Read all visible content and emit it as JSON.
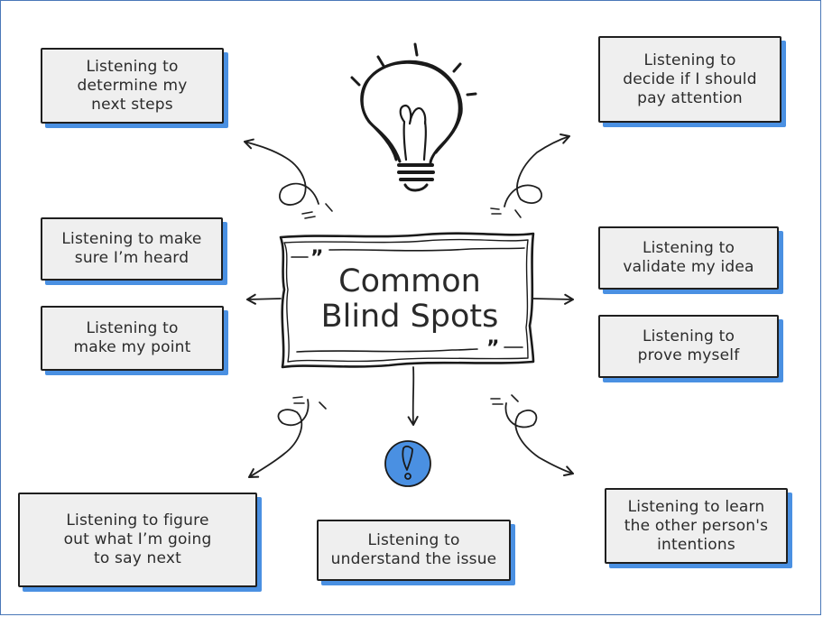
{
  "center": {
    "title": "Common\nBlind Spots"
  },
  "blind_spots": [
    "Listening to\ndetermine my\nnext steps",
    "Listening to\ndecide if I should\npay attention",
    "Listening to make\nsure I’m heard",
    "Listening to\nmake my point",
    "Listening to\nvalidate my idea",
    "Listening to\nprove myself",
    "Listening to figure\nout what I’m going\nto say next",
    "Listening to\nunderstand the issue",
    "Listening to learn\nthe other person's\nintentions"
  ],
  "colors": {
    "accent": "#4a90e2",
    "card_bg": "#efefef",
    "ink": "#1f1f1f",
    "frame": "#4a78b8"
  },
  "icons": [
    "lightbulb-icon",
    "exclamation-icon"
  ]
}
